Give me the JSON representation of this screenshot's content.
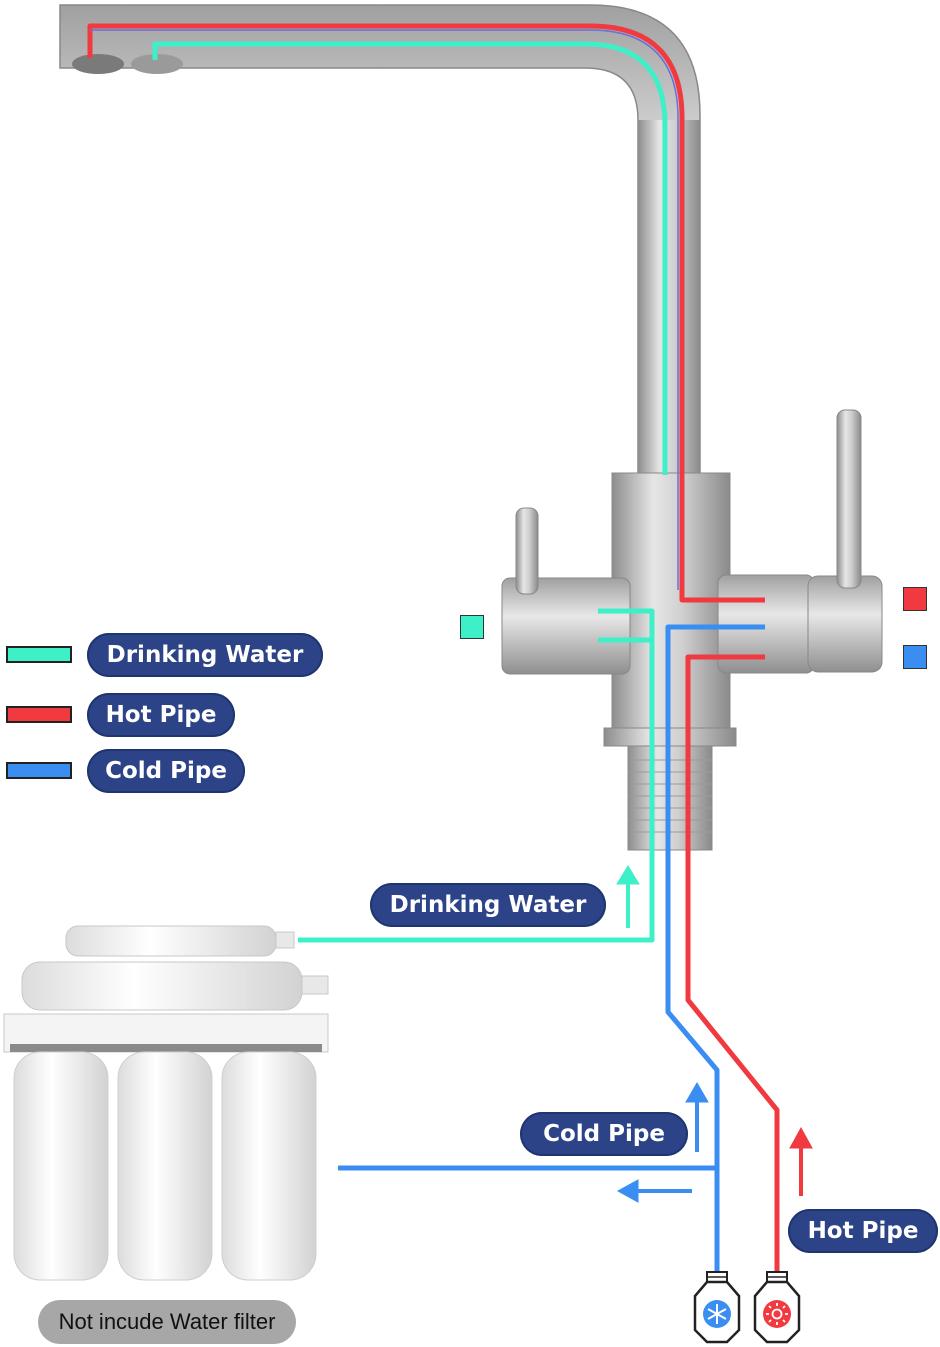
{
  "legend": {
    "drinking": {
      "label": "Drinking Water",
      "color": "#3ef0c8"
    },
    "hot": {
      "label": "Hot Pipe",
      "color": "#f03a3f"
    },
    "cold": {
      "label": "Cold Pipe",
      "color": "#3a8ef2"
    }
  },
  "callouts": {
    "drinking_water": "Drinking Water",
    "cold_pipe": "Cold Pipe",
    "hot_pipe": "Hot Pipe"
  },
  "filter_note": "Not incude Water filter",
  "colors": {
    "pill_bg": "#2c4487",
    "steel": "#c9c9c9",
    "steel_dark": "#8e8e8e",
    "filter_white": "#f2f2f2"
  },
  "icons": [
    "snowflake-icon",
    "sun-icon"
  ]
}
